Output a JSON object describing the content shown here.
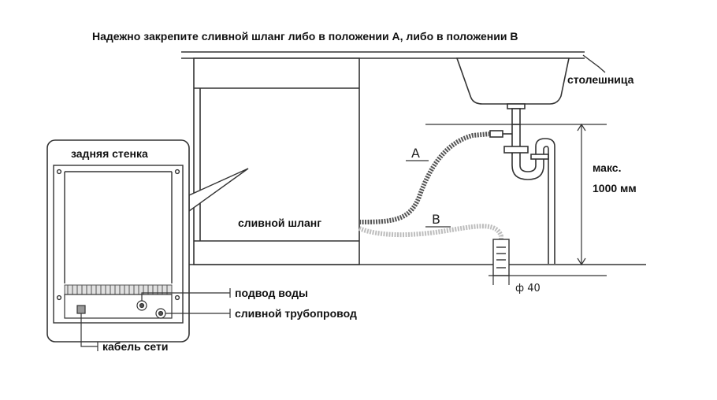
{
  "title": "Надежно закрепите сливной шланг либо в положении А, либо в положении В",
  "labels": {
    "countertop": "столешница",
    "back_wall": "задняя стенка",
    "drain_hose": "сливной шланг",
    "water_inlet": "подвод воды",
    "drain_pipe": "сливной трубопровод",
    "power_cable": "кабель сети",
    "max_height_line1": "макс.",
    "max_height_line2": "1000 мм",
    "position_a": "А",
    "position_b": "В",
    "pipe_diameter": "ф 40"
  },
  "colors": {
    "line": "#333333",
    "hose_a": "#555555",
    "hose_b": "#bdbdbd"
  }
}
